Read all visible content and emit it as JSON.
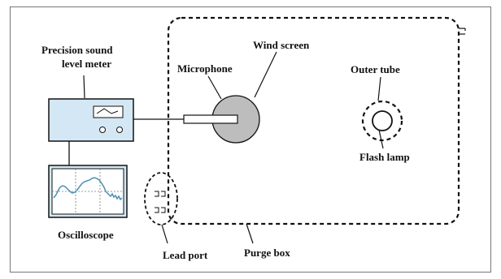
{
  "labels": {
    "sound_meter_line1": "Precision sound",
    "sound_meter_line2": "level meter",
    "wind_screen": "Wind screen",
    "microphone": "Microphone",
    "outer_tube": "Outer tube",
    "flash_lamp": "Flash lamp",
    "oscilloscope": "Oscilloscope",
    "lead_port": "Lead port",
    "purge_box": "Purge box"
  },
  "colors": {
    "device_fill": "#d4e7f4",
    "screen_fill": "#ffffff",
    "trace": "#4a8fb5",
    "wind_screen_fill": "#bdbdbd",
    "line": "#111111"
  }
}
